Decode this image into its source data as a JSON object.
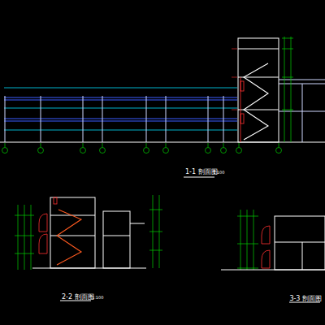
{
  "diagram": {
    "labels": [
      "1-1 剖面图",
      "1:100",
      "2-2 剖面图",
      "1:100",
      "3-3 剖面图"
    ]
  }
}
